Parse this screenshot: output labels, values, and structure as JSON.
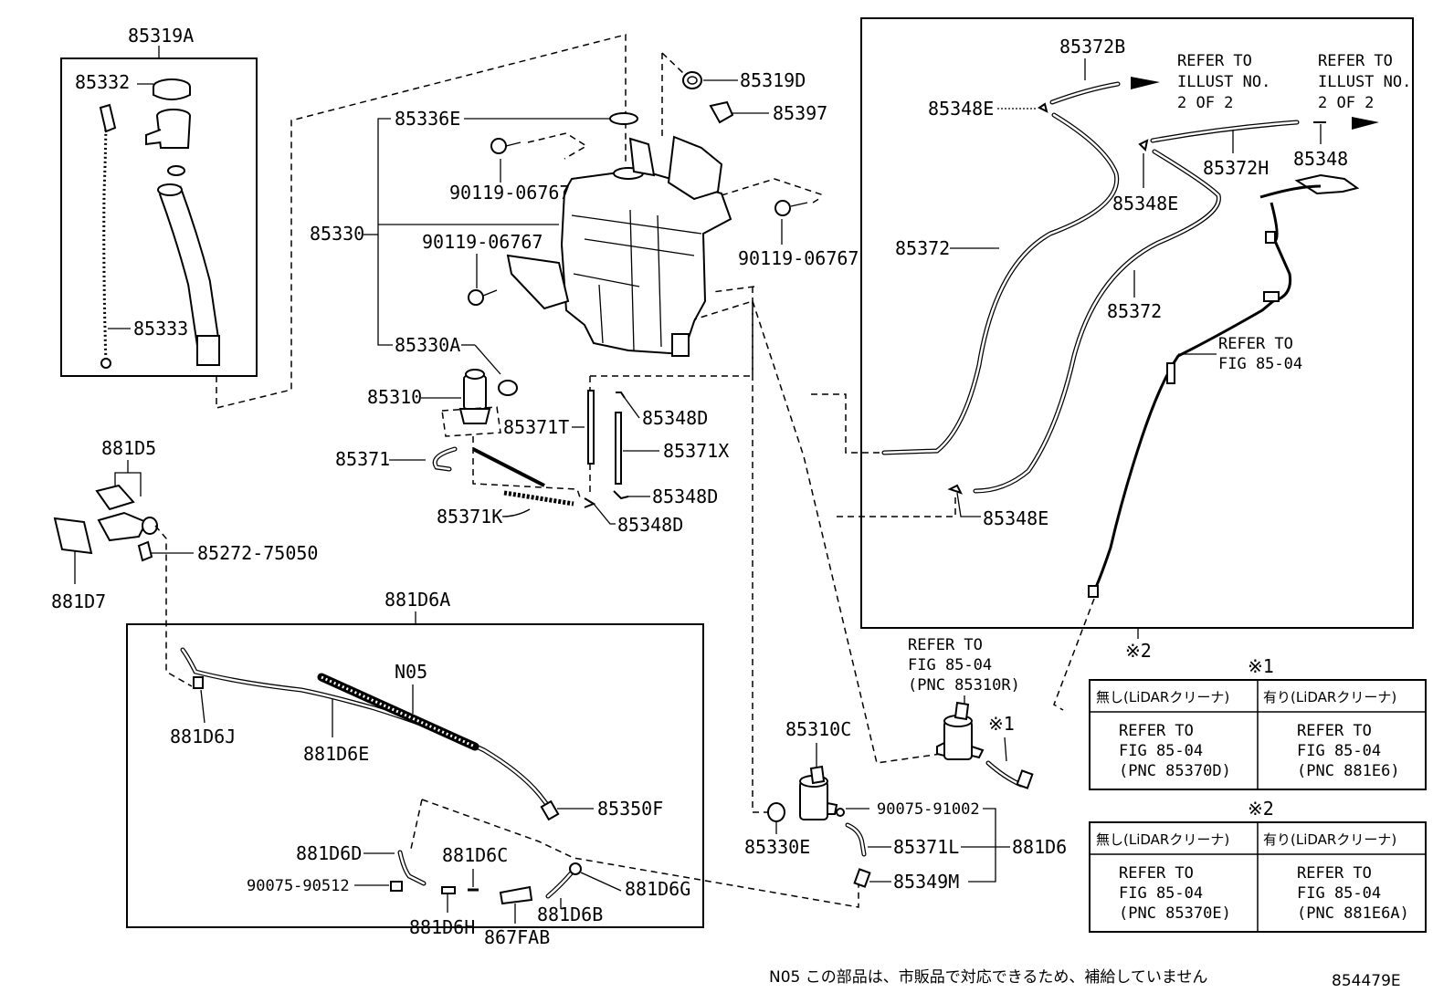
{
  "labels": {
    "p85319A": "85319A",
    "p85332": "85332",
    "p85333": "85333",
    "p85336E": "85336E",
    "p85330": "85330",
    "p85330A": "85330A",
    "p90119a": "90119-06767",
    "p90119b": "90119-06767",
    "p90119c": "90119-06767",
    "p85319D": "85319D",
    "p85397": "85397",
    "p85310": "85310",
    "p85371": "85371",
    "p85371T": "85371T",
    "p85371K": "85371K",
    "p85348D_a": "85348D",
    "p85371X": "85371X",
    "p85348D_b": "85348D",
    "p85348D_c": "85348D",
    "p881D5": "881D5",
    "p85272": "85272-75050",
    "p881D7": "881D7",
    "p881D6A": "881D6A",
    "pN05": "N05",
    "p881D6J": "881D6J",
    "p881D6E": "881D6E",
    "p85350F": "85350F",
    "p881D6D": "881D6D",
    "p881D6C": "881D6C",
    "p90075_90512": "90075-90512",
    "p881D6H": "881D6H",
    "p867FAB": "867FAB",
    "p881D6B": "881D6B",
    "p881D6G": "881D6G",
    "p85372B": "85372B",
    "p85348E_a": "85348E",
    "p85348E_b": "85348E",
    "p85348E_c": "85348E",
    "p85372H": "85372H",
    "p85348": "85348",
    "p85372a": "85372",
    "p85372b": "85372",
    "p85310C": "85310C",
    "p85330E": "85330E",
    "p90075_91002": "90075-91002",
    "p85371L": "85371L",
    "p881D6": "881D6",
    "p85349M": "85349M",
    "mark1": "※1",
    "mark2": "※2"
  },
  "refs": {
    "illust1": [
      "REFER TO",
      "ILLUST NO.",
      "2 OF 2"
    ],
    "illust2": [
      "REFER TO",
      "ILLUST NO.",
      "2 OF 2"
    ],
    "fig8504": [
      "REFER TO",
      "FIG 85-04"
    ],
    "fig8504pnc": [
      "REFER TO",
      "FIG 85-04",
      "(PNC 85310R)"
    ]
  },
  "tables": {
    "t1": {
      "mark": "※1",
      "headers": [
        "無し(LiDARクリーナ)",
        "有り(LiDARクリーナ)"
      ],
      "left": [
        "REFER TO",
        "FIG 85-04",
        "(PNC 85370D)"
      ],
      "right": [
        "REFER TO",
        "FIG 85-04",
        "(PNC 881E6)"
      ]
    },
    "t2": {
      "mark": "※2",
      "headers": [
        "無し(LiDARクリーナ)",
        "有り(LiDARクリーナ)"
      ],
      "left": [
        "REFER TO",
        "FIG 85-04",
        "(PNC 85370E)"
      ],
      "right": [
        "REFER TO",
        "FIG 85-04",
        "(PNC 881E6A)"
      ]
    }
  },
  "footer": {
    "note": "N05 この部品は、市販品で対応できるため、補給していません",
    "code": "854479E"
  }
}
